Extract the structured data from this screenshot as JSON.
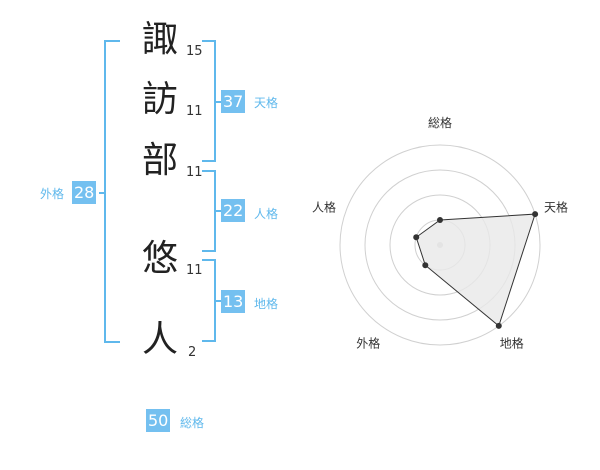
{
  "name": {
    "characters": [
      {
        "char": "諏",
        "strokes": "15"
      },
      {
        "char": "訪",
        "strokes": "11"
      },
      {
        "char": "部",
        "strokes": "11"
      },
      {
        "char": "悠",
        "strokes": "11"
      },
      {
        "char": "人",
        "strokes": "2"
      }
    ]
  },
  "fortunes": {
    "tenkaku": {
      "value": "37",
      "label": "天格"
    },
    "jinkaku": {
      "value": "22",
      "label": "人格"
    },
    "chikaku": {
      "value": "13",
      "label": "地格"
    },
    "gaikaku": {
      "value": "28",
      "label": "外格"
    },
    "soukaku": {
      "value": "50",
      "label": "総格"
    }
  },
  "chart_data": {
    "type": "radar",
    "axes": [
      "総格",
      "天格",
      "地格",
      "外格",
      "人格"
    ],
    "values": [
      1,
      4,
      4,
      1,
      1
    ],
    "max": 4,
    "colors": {
      "fill": "#e8e8e8",
      "stroke": "#333333",
      "grid": "#d0d0d0",
      "accent": "#74c0f0"
    }
  }
}
